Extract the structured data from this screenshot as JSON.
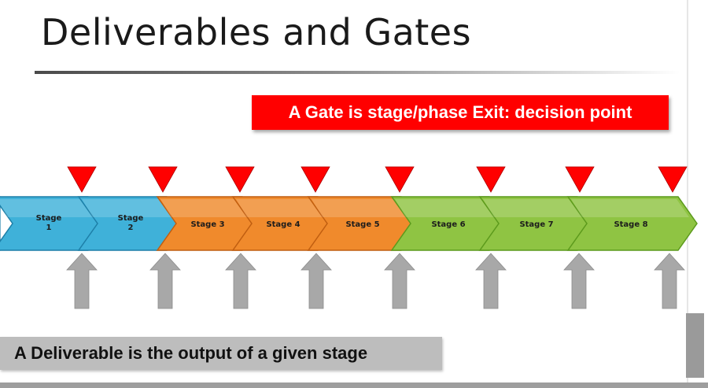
{
  "slide": {
    "title": "Deliverables and Gates"
  },
  "gate_note": "A Gate is stage/phase Exit: decision point",
  "deliverable_note": "A Deliverable is the output of a given stage",
  "colors": {
    "blue": "#3fb1d9",
    "blue_dark": "#1d7fa8",
    "orange": "#f08a2c",
    "orange_dark": "#c05e10",
    "green": "#8fc443",
    "green_dark": "#5c9a1c",
    "gate_marker": "#ff0000",
    "deliverable_arrow": "#a8a8a8",
    "gate_banner": "#ff0000",
    "deliverable_banner": "#bdbdbd"
  },
  "stages": [
    {
      "label": [
        "Stage",
        "1"
      ],
      "color": "blue"
    },
    {
      "label": [
        "Stage",
        "2"
      ],
      "color": "blue"
    },
    {
      "label": [
        "Stage 3"
      ],
      "color": "orange"
    },
    {
      "label": [
        "Stage 4"
      ],
      "color": "orange"
    },
    {
      "label": [
        "Stage 5"
      ],
      "color": "orange"
    },
    {
      "label": [
        "Stage 6"
      ],
      "color": "green"
    },
    {
      "label": [
        "Stage 7"
      ],
      "color": "green"
    },
    {
      "label": [
        "Stage 8"
      ],
      "color": "green"
    }
  ],
  "gate_count": 8,
  "deliverable_count": 8,
  "icons": {
    "gate_marker": "red-down-triangle-icon",
    "deliverable_arrow": "gray-up-arrow-icon"
  }
}
